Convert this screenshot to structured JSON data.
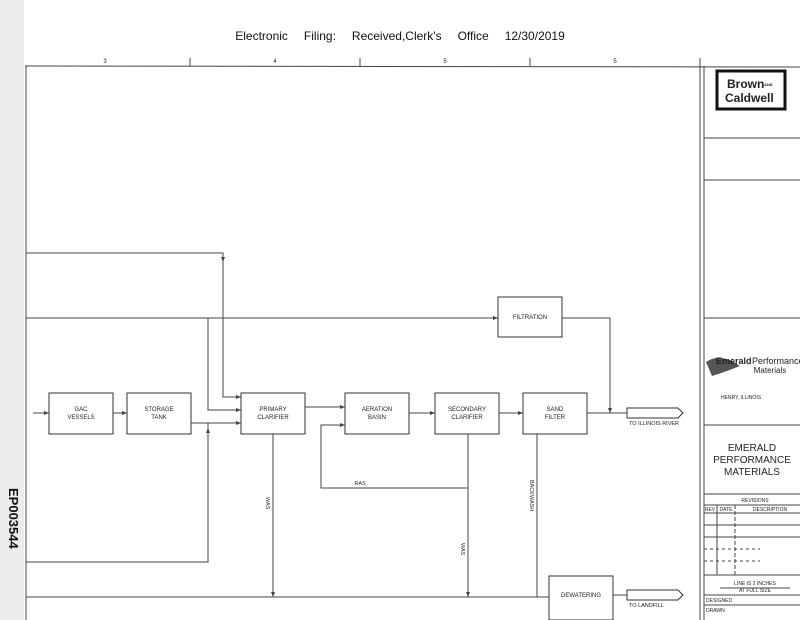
{
  "header": {
    "parts": [
      "Electronic",
      "Filing:",
      "Received,Clerk's",
      "Office",
      "12/30/2019"
    ]
  },
  "bates": "EP003544",
  "grid_numbers": [
    "3",
    "4",
    "5",
    "5"
  ],
  "title_block": {
    "consultant_logo": [
      "Brown",
      "AND",
      "Caldwell"
    ],
    "client_logo": [
      "Emerald",
      "Performance",
      "Materials"
    ],
    "location": "HENRY, ILLINOIS",
    "project": [
      "EMERALD",
      "PERFORMANCE",
      "MATERIALS"
    ],
    "revisions": "REVISIONS",
    "rev_cols": [
      "REV",
      "DATE",
      "DESCRIPTION"
    ],
    "scale_note": [
      "LINE IS 2 INCHES",
      "AT FULL SIZE"
    ],
    "designed": "DESIGNED",
    "drawn": "DRAWN"
  },
  "process": {
    "gac": [
      "GAC",
      "VESSELS"
    ],
    "storage": [
      "STORAGE",
      "TANK"
    ],
    "primary": [
      "PRIMARY",
      "CLARIFIER"
    ],
    "aeration": [
      "AERATION",
      "BASIN"
    ],
    "secondary": [
      "SECONDARY",
      "CLARIFIER"
    ],
    "sand": [
      "SAND",
      "FILTER"
    ],
    "filtration": "FILTRATION",
    "dewatering": "DEWATERING",
    "river": "TO ILLINOIS RIVER",
    "landfill": "TO LANDFILL",
    "ras": "RAS",
    "was": "WAS",
    "backwash": "BACKWASH"
  }
}
